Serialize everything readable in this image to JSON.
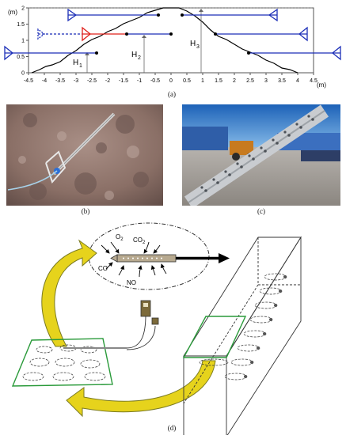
{
  "figure": {
    "captions": {
      "a": "(a)",
      "b": "(b)",
      "c": "(c)",
      "d": "(d)"
    }
  },
  "panel_a": {
    "y_unit": "(m)",
    "x_unit": "(m)",
    "y_ticks": [
      "0",
      "0.5",
      "1",
      "1.5",
      "2"
    ],
    "x_ticks": [
      "-4.5",
      "-4",
      "-3.5",
      "-3",
      "-2.5",
      "-2",
      "-1.5",
      "-1",
      "-0.5",
      "0",
      "0.5",
      "1",
      "1.5",
      "2",
      "2.5",
      "3",
      "3.5",
      "4",
      "4.5"
    ],
    "labels": {
      "h1": "H",
      "h1_sub": "1",
      "h2": "H",
      "h2_sub": "2",
      "h3": "H",
      "h3_sub": "3"
    },
    "colors": {
      "probe": "#1c2fb8",
      "active": "#e0201b",
      "profile": "#000000",
      "frame": "#555555"
    }
  },
  "panel_d": {
    "gases": {
      "o2": "O",
      "o2_sub": "2",
      "co2": "CO",
      "co2_sub": "2",
      "co": "CO",
      "no": "NO"
    },
    "colors": {
      "arrow": "#e6d31c",
      "arrow_edge": "#7a7a20",
      "frame": "#2a9a3a"
    }
  }
}
